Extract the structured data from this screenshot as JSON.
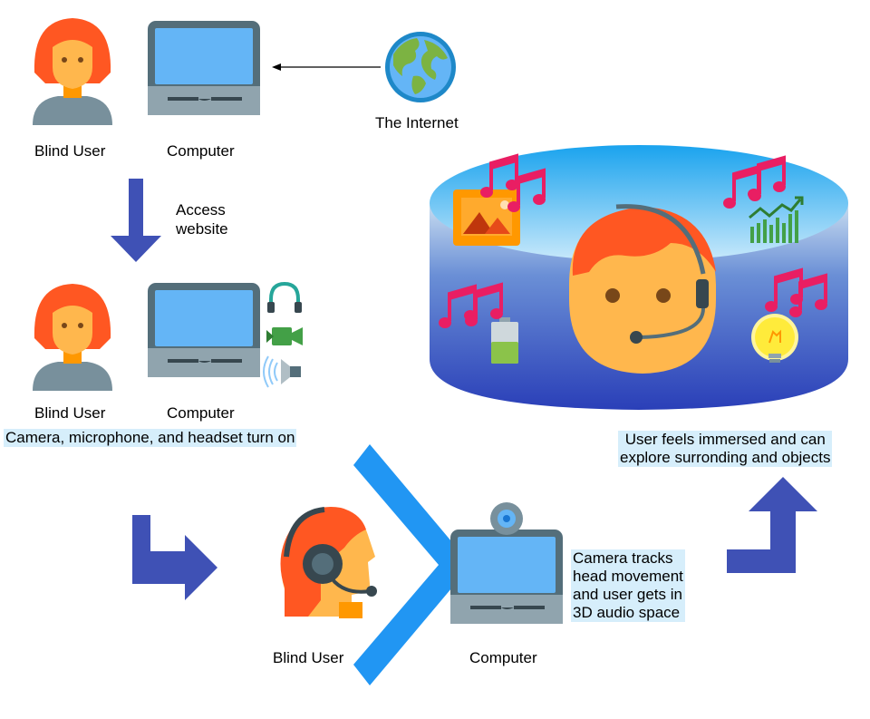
{
  "labels": {
    "user1": "Blind User",
    "computer1": "Computer",
    "internet": "The Internet",
    "access": "Access\nwebsite",
    "user2": "Blind User",
    "computer2": "Computer",
    "devices_on": "Camera, microphone, and headset turn on",
    "user3": "Blind User",
    "computer3": "Computer",
    "tracking": "Camera tracks\nhead movement\nand user gets in\n3D audio space",
    "immersed": "User feels immersed and can\nexplore surronding and objects"
  },
  "colors": {
    "arrow": "#3f51b5",
    "hair": "#ff5722",
    "skin": "#ffb74d",
    "shirt": "#78909c",
    "monitor_frame": "#546e7a",
    "monitor_base": "#90a4ae",
    "screen": "#64b5f6",
    "note": "#e91e63",
    "chevron": "#2196f3",
    "highlight": "#d6eefb"
  },
  "icons": {
    "user": "female-user-icon",
    "computer": "computer-icon",
    "globe": "globe-icon",
    "headphones": "headphones-icon",
    "camera": "video-camera-icon",
    "speaker": "speaker-icon",
    "headset_user": "headset-user-icon",
    "webcam": "webcam-icon",
    "music_note": "music-note-icon",
    "picture": "image-icon",
    "chart": "chart-icon",
    "battery": "battery-icon",
    "bulb": "light-bulb-icon"
  }
}
